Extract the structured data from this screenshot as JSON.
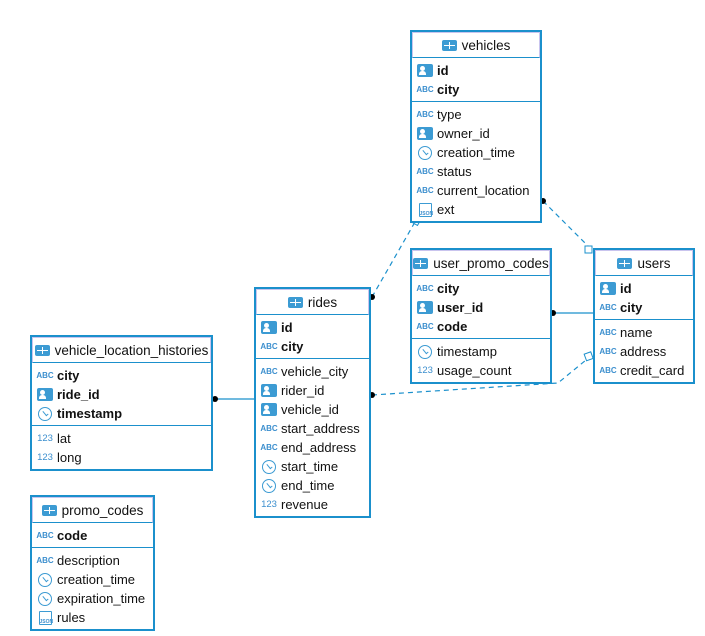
{
  "colors": {
    "border": "#1b90cc",
    "line": "#1b90cc",
    "icon": "#3c9bd3"
  },
  "tables": [
    {
      "id": "vehicles",
      "name": "vehicles",
      "keys": [
        {
          "name": "id",
          "icon": "key-icon"
        },
        {
          "name": "city",
          "icon": "abc-icon"
        }
      ],
      "columns": [
        {
          "name": "type",
          "icon": "abc-icon"
        },
        {
          "name": "owner_id",
          "icon": "key-icon"
        },
        {
          "name": "creation_time",
          "icon": "clock-icon"
        },
        {
          "name": "status",
          "icon": "abc-icon"
        },
        {
          "name": "current_location",
          "icon": "abc-icon"
        },
        {
          "name": "ext",
          "icon": "json-icon"
        }
      ]
    },
    {
      "id": "users",
      "name": "users",
      "keys": [
        {
          "name": "id",
          "icon": "key-icon"
        },
        {
          "name": "city",
          "icon": "abc-icon"
        }
      ],
      "columns": [
        {
          "name": "name",
          "icon": "abc-icon"
        },
        {
          "name": "address",
          "icon": "abc-icon"
        },
        {
          "name": "credit_card",
          "icon": "abc-icon"
        }
      ]
    },
    {
      "id": "user_promo_codes",
      "name": "user_promo_codes",
      "keys": [
        {
          "name": "city",
          "icon": "abc-icon"
        },
        {
          "name": "user_id",
          "icon": "key-icon"
        },
        {
          "name": "code",
          "icon": "abc-icon"
        }
      ],
      "columns": [
        {
          "name": "timestamp",
          "icon": "clock-icon"
        },
        {
          "name": "usage_count",
          "icon": "number-icon"
        }
      ]
    },
    {
      "id": "rides",
      "name": "rides",
      "keys": [
        {
          "name": "id",
          "icon": "key-icon"
        },
        {
          "name": "city",
          "icon": "abc-icon"
        }
      ],
      "columns": [
        {
          "name": "vehicle_city",
          "icon": "abc-icon"
        },
        {
          "name": "rider_id",
          "icon": "key-icon"
        },
        {
          "name": "vehicle_id",
          "icon": "key-icon"
        },
        {
          "name": "start_address",
          "icon": "abc-icon"
        },
        {
          "name": "end_address",
          "icon": "abc-icon"
        },
        {
          "name": "start_time",
          "icon": "clock-icon"
        },
        {
          "name": "end_time",
          "icon": "clock-icon"
        },
        {
          "name": "revenue",
          "icon": "number-icon"
        }
      ]
    },
    {
      "id": "vehicle_location_histories",
      "name": "vehicle_location_histories",
      "keys": [
        {
          "name": "city",
          "icon": "abc-icon"
        },
        {
          "name": "ride_id",
          "icon": "key-icon"
        },
        {
          "name": "timestamp",
          "icon": "clock-icon"
        }
      ],
      "columns": [
        {
          "name": "lat",
          "icon": "number-icon"
        },
        {
          "name": "long",
          "icon": "number-icon"
        }
      ]
    },
    {
      "id": "promo_codes",
      "name": "promo_codes",
      "keys": [
        {
          "name": "code",
          "icon": "abc-icon"
        }
      ],
      "columns": [
        {
          "name": "description",
          "icon": "abc-icon"
        },
        {
          "name": "creation_time",
          "icon": "clock-icon"
        },
        {
          "name": "expiration_time",
          "icon": "clock-icon"
        },
        {
          "name": "rules",
          "icon": "json-icon"
        }
      ]
    }
  ],
  "relationships": [
    {
      "from": "vehicles",
      "to": "users",
      "style": "dashed"
    },
    {
      "from": "rides",
      "to": "vehicles",
      "style": "dashed"
    },
    {
      "from": "rides",
      "to": "users",
      "style": "dashed"
    },
    {
      "from": "vehicle_location_histories",
      "to": "rides",
      "style": "solid"
    },
    {
      "from": "user_promo_codes",
      "to": "users",
      "style": "solid"
    }
  ],
  "icon_text": {
    "abc": "ABC",
    "number": "123",
    "json": "JSON"
  }
}
